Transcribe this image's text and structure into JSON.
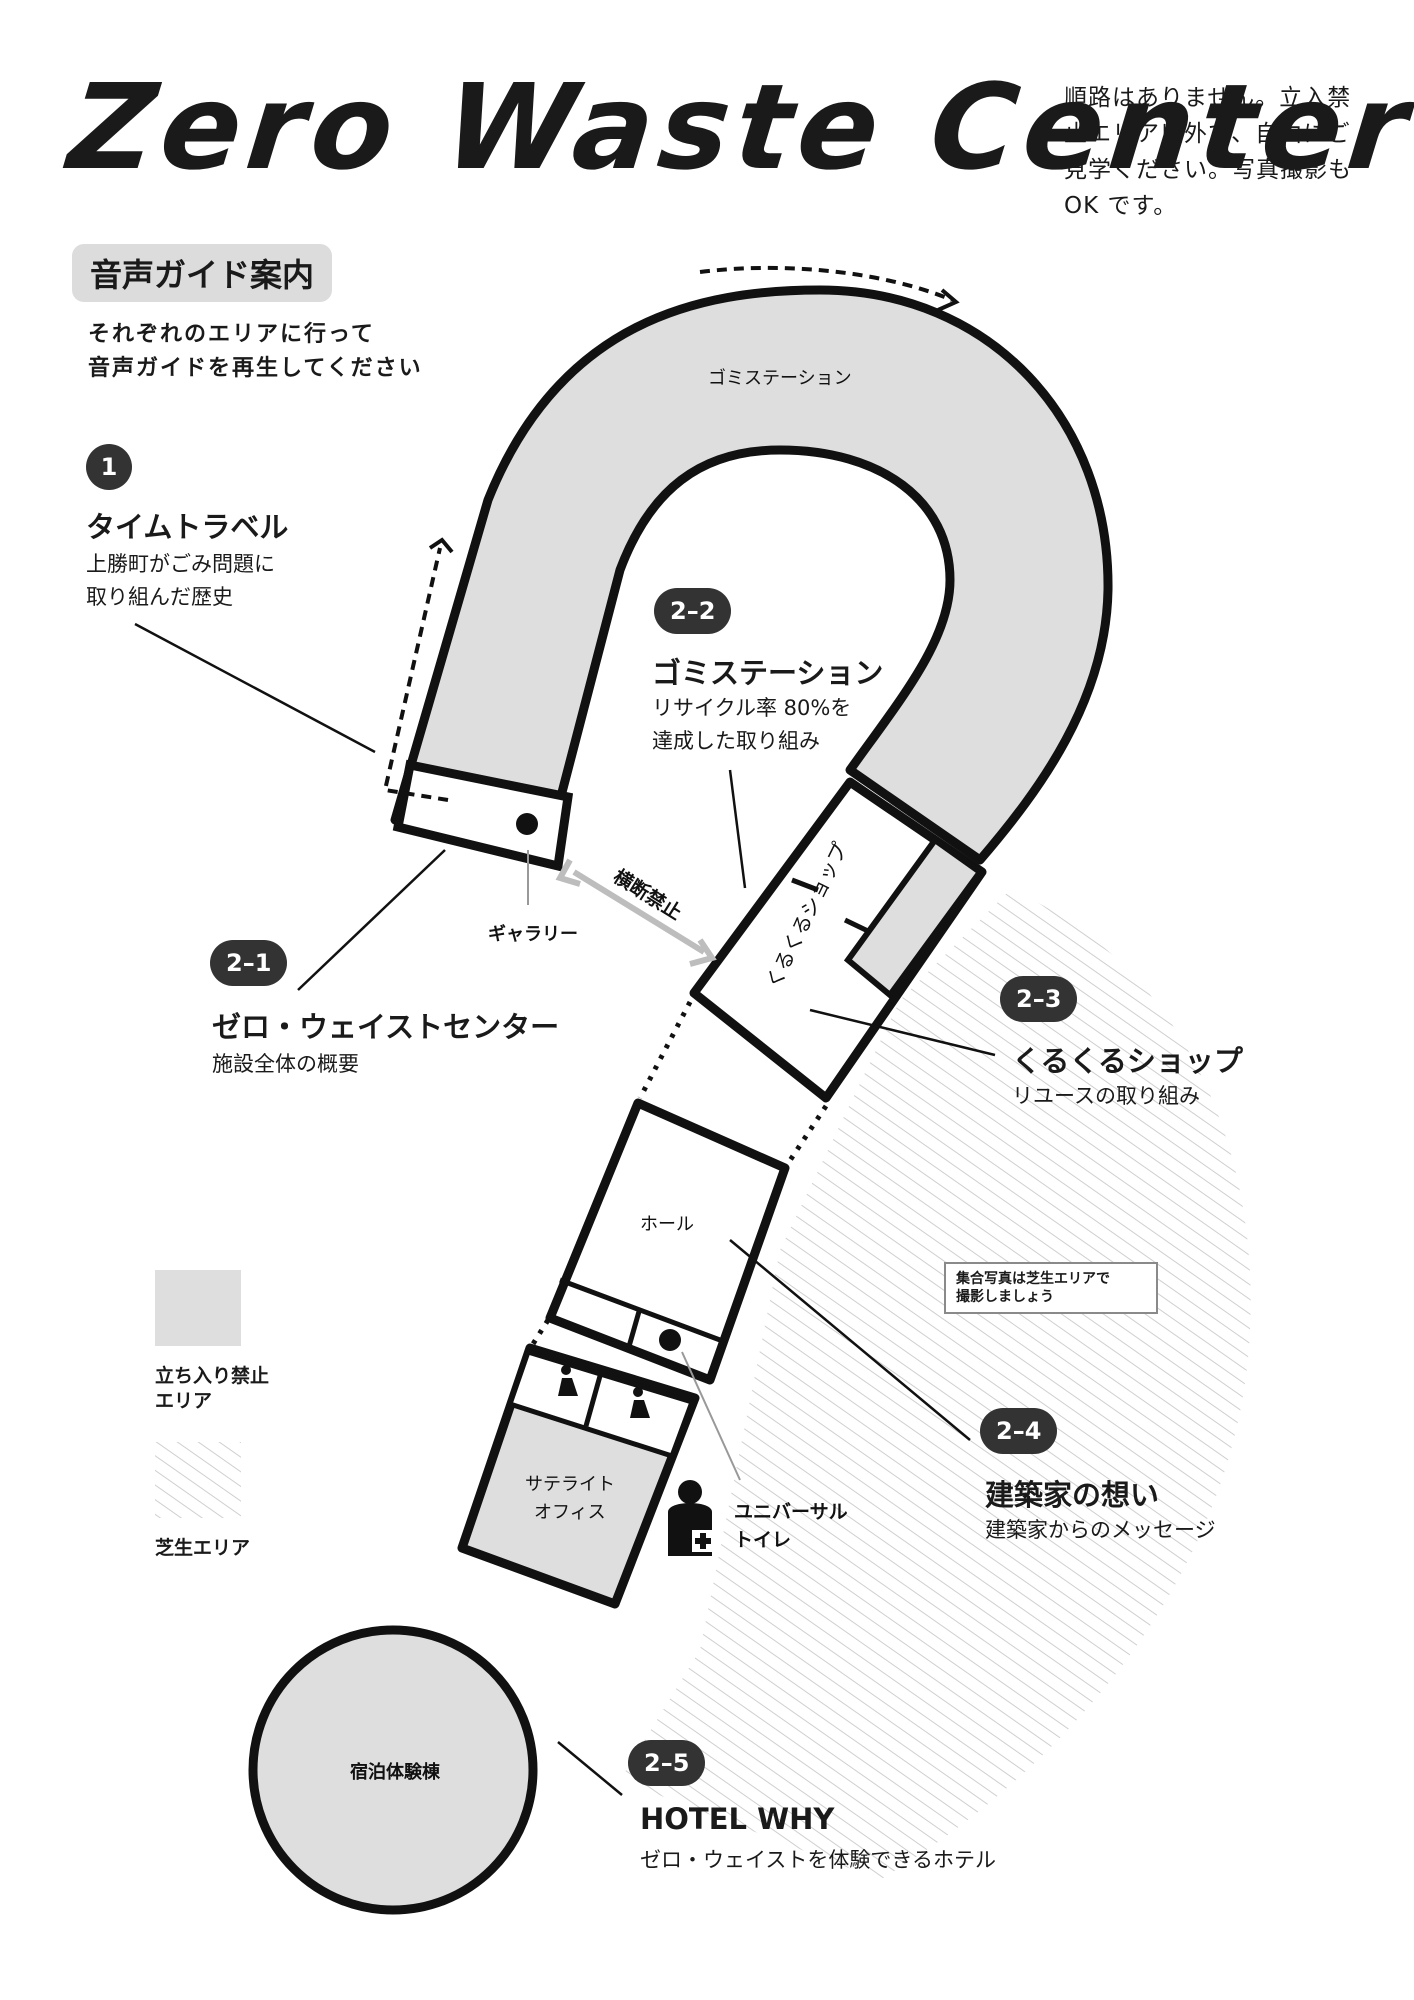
{
  "header": {
    "title": "Zero Waste Center",
    "intro": "順路はありません。立入禁止エリア以外で、自由にご見学ください。写真撮影も OK です。"
  },
  "audio_guide": {
    "badge": "音声ガイド案内",
    "note": "それぞれのエリアに行って\n音声ガイドを再生してください"
  },
  "spots": [
    {
      "id": "1",
      "title": "タイムトラベル",
      "desc": "上勝町がごみ問題に\n取り組んだ歴史"
    },
    {
      "id": "2–1",
      "title": "ゼロ・ウェイストセンター",
      "desc": "施設全体の概要"
    },
    {
      "id": "2–2",
      "title": "ゴミステーション",
      "desc": "リサイクル率 80%を\n達成した取り組み"
    },
    {
      "id": "2–3",
      "title": "くるくるショップ",
      "desc": "リユースの取り組み"
    },
    {
      "id": "2–4",
      "title": "建築家の想い",
      "desc": "建築家からのメッセージ"
    },
    {
      "id": "2–5",
      "title": "HOTEL WHY",
      "desc": "ゼロ・ウェイストを体験できるホテル"
    }
  ],
  "map_labels": {
    "garbage_station": "ゴミステーション",
    "gallery": "ギャラリー",
    "no_crossing": "横断禁止",
    "shop": "くるくるショップ",
    "hall": "ホール",
    "satellite_line1": "サテライト",
    "satellite_line2": "オフィス",
    "universal_line1": "ユニバーサル",
    "universal_line2": "トイレ",
    "hotel_building": "宿泊体験棟",
    "photo_note": "集合写真は芝生エリアで\n撮影しましょう"
  },
  "legend": {
    "restricted": "立ち入り禁止\nエリア",
    "lawn": "芝生エリア"
  },
  "colors": {
    "restricted_fill": "#dedede",
    "outline": "#111111",
    "pill": "#333333",
    "arrow_gray": "#bdbdbd"
  },
  "icons": [
    "person-plus-icon",
    "restroom-icon",
    "dot-marker-icon",
    "double-arrow-icon",
    "dashed-arrow-icon"
  ]
}
